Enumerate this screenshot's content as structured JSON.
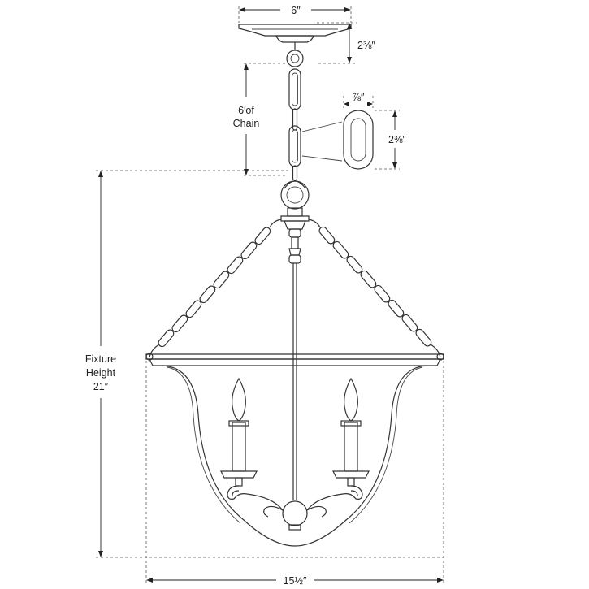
{
  "dimensions": {
    "canopy_width": "6″",
    "canopy_height": "2⅜″",
    "chain_label_line1": "6′of",
    "chain_label_line2": "Chain",
    "link_width": "⅞″",
    "link_height": "2⅜″",
    "fixture_height_line1": "Fixture",
    "fixture_height_line2": "Height",
    "fixture_height_line3": "21″",
    "fixture_width": "15½″"
  }
}
